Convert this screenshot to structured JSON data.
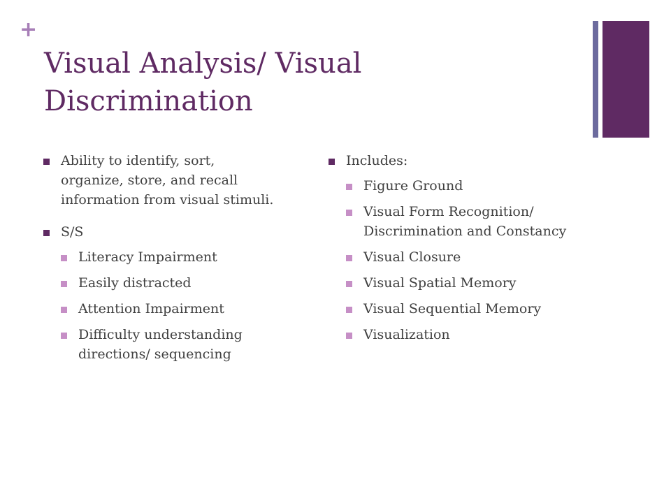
{
  "slide": {
    "plus_symbol": "+",
    "title": "Visual Analysis/ Visual Discrimination",
    "accent_colors": {
      "title": "#5f2a63",
      "plus": "#a77eb7",
      "thin_bar": "#6c6b9e",
      "wide_bar": "#5f2a63",
      "sub_bullet": "#c68fc6"
    },
    "left_column": {
      "bullet1": "Ability to identify, sort, organize, store, and recall information from visual stimuli.",
      "bullet2": "S/S",
      "sub_bullets": [
        "Literacy Impairment",
        "Easily distracted",
        "Attention Impairment",
        "Difficulty understanding directions/ sequencing"
      ]
    },
    "right_column": {
      "bullet1": "Includes:",
      "sub_bullets": [
        "Figure Ground",
        "Visual Form Recognition/ Discrimination and Constancy",
        "Visual Closure",
        "Visual Spatial Memory",
        "Visual Sequential Memory",
        "Visualization"
      ]
    }
  }
}
